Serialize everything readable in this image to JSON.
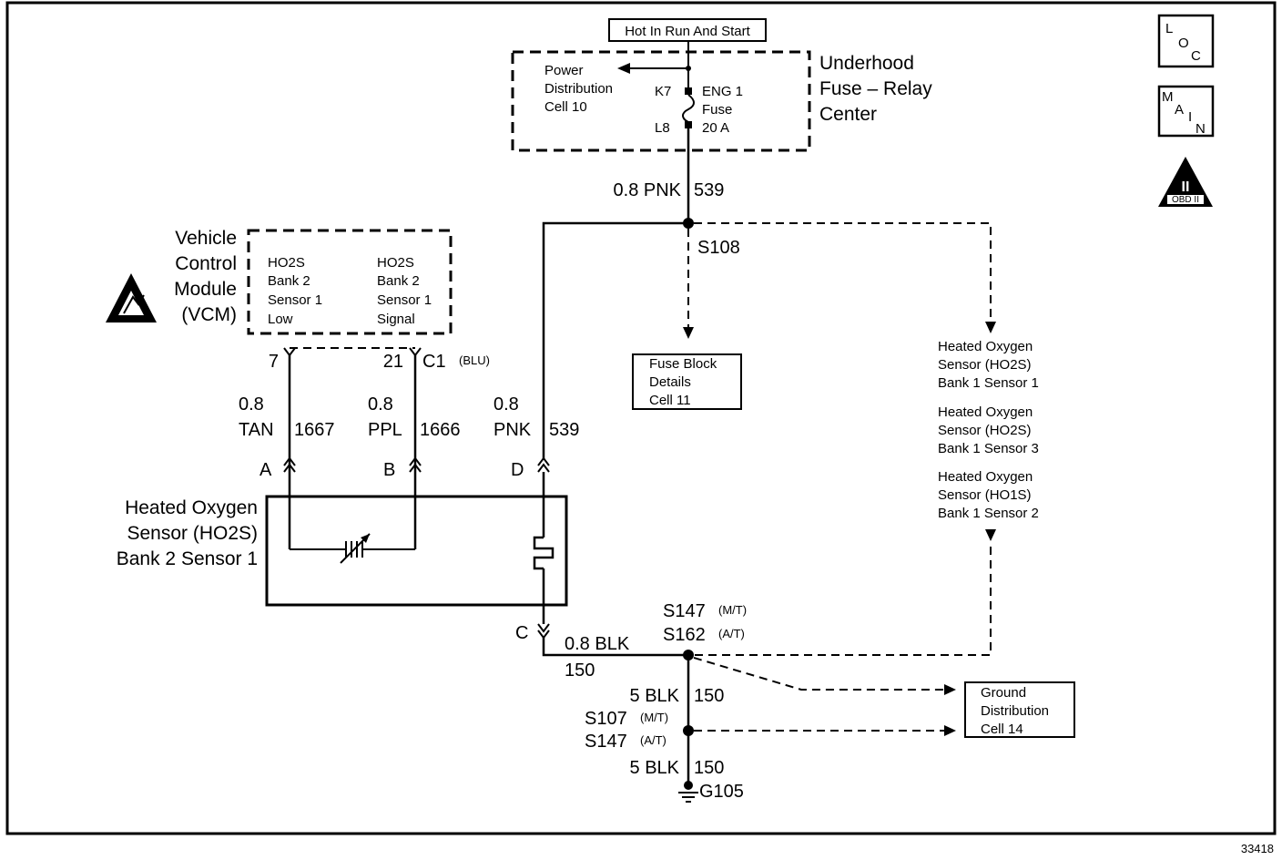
{
  "hot_label": "Hot In Run And Start",
  "underhood": {
    "line1": "Underhood",
    "line2": "Fuse – Relay",
    "line3": "Center"
  },
  "power_dist": {
    "line1": "Power",
    "line2": "Distribution",
    "line3": "Cell 10"
  },
  "fuse": {
    "line1": "ENG 1",
    "line2": "Fuse",
    "line3": "20 A",
    "pin_top": "K7",
    "pin_bottom": "L8"
  },
  "wire_pnk_top": {
    "gauge_color": "0.8 PNK",
    "circuit": "539"
  },
  "splice_s108": "S108",
  "vcm": {
    "title1": "Vehicle",
    "title2": "Control",
    "title3": "Module",
    "title4": "(VCM)",
    "col1": [
      "HO2S",
      "Bank 2",
      "Sensor 1",
      "Low"
    ],
    "col2": [
      "HO2S",
      "Bank 2",
      "Sensor 1",
      "Signal"
    ],
    "pin_a": "7",
    "pin_b": "21",
    "connector": "C1",
    "connector_color": "(BLU)"
  },
  "fuse_block": {
    "line1": "Fuse Block",
    "line2": "Details",
    "line3": "Cell 11"
  },
  "related": [
    [
      "Heated Oxygen",
      "Sensor (HO2S)",
      "Bank 1 Sensor 1"
    ],
    [
      "Heated Oxygen",
      "Sensor (HO2S)",
      "Bank 1 Sensor 3"
    ],
    [
      "Heated Oxygen",
      "Sensor (HO1S)",
      "Bank 1 Sensor 2"
    ]
  ],
  "wires": {
    "tan": {
      "gauge": "0.8",
      "color": "TAN",
      "circuit": "1667",
      "pin": "A"
    },
    "ppl": {
      "gauge": "0.8",
      "color": "PPL",
      "circuit": "1666",
      "pin": "B"
    },
    "pnk": {
      "gauge": "0.8",
      "color": "PNK",
      "circuit": "539",
      "pin": "D"
    },
    "blk": {
      "pin": "C",
      "gauge_color": "0.8 BLK",
      "circuit": "150"
    }
  },
  "sensor": {
    "line1": "Heated Oxygen",
    "line2": "Sensor (HO2S)",
    "line3": "Bank 2 Sensor 1"
  },
  "splice_s147": {
    "name": "S147",
    "note": "(M/T)"
  },
  "splice_s162": {
    "name": "S162",
    "note": "(A/T)"
  },
  "wire_5blk_1": {
    "gauge_color": "5 BLK",
    "circuit": "150"
  },
  "splice_s107": {
    "name": "S107",
    "note": "(M/T)"
  },
  "splice_s147b": {
    "name": "S147",
    "note": "(A/T)"
  },
  "wire_5blk_2": {
    "gauge_color": "5 BLK",
    "circuit": "150"
  },
  "ground": "G105",
  "ground_dist": {
    "line1": "Ground",
    "line2": "Distribution",
    "line3": "Cell 14"
  },
  "icons": {
    "loc": {
      "a": "L",
      "b": "O",
      "c": "C"
    },
    "main": {
      "a": "M",
      "b": "A",
      "c": "I",
      "d": "N"
    },
    "obd": {
      "symbol": "II",
      "label": "OBD II"
    }
  },
  "figure_number": "33418"
}
